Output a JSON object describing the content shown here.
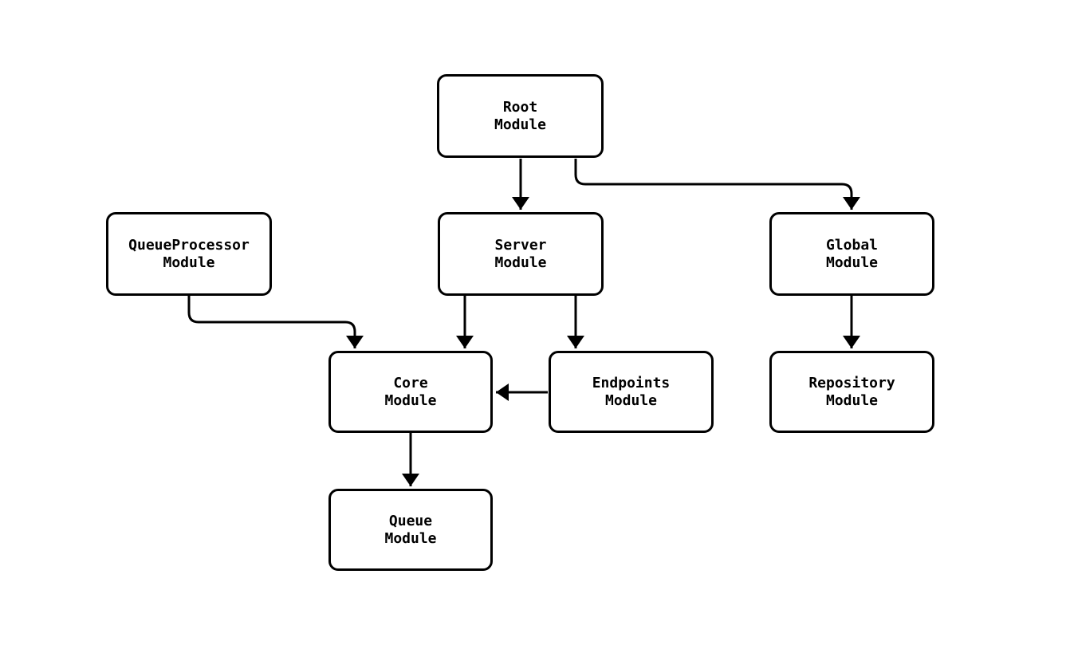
{
  "diagram": {
    "type": "flowchart",
    "direction": "top-down",
    "colors": {
      "background": "#ffffff",
      "node_fill": "#ffffff",
      "node_border": "#000000",
      "edge_stroke": "#000000",
      "text": "#000000"
    },
    "nodes": [
      {
        "id": "root",
        "lines": [
          "Root",
          "Module"
        ]
      },
      {
        "id": "queueprocessor",
        "lines": [
          "QueueProcessor",
          "Module"
        ]
      },
      {
        "id": "server",
        "lines": [
          "Server",
          "Module"
        ]
      },
      {
        "id": "global",
        "lines": [
          "Global",
          "Module"
        ]
      },
      {
        "id": "core",
        "lines": [
          "Core",
          "Module"
        ]
      },
      {
        "id": "endpoints",
        "lines": [
          "Endpoints",
          "Module"
        ]
      },
      {
        "id": "repository",
        "lines": [
          "Repository",
          "Module"
        ]
      },
      {
        "id": "queue",
        "lines": [
          "Queue",
          "Module"
        ]
      }
    ],
    "edges": [
      {
        "from": "root",
        "to": "server"
      },
      {
        "from": "root",
        "to": "global"
      },
      {
        "from": "queueprocessor",
        "to": "core"
      },
      {
        "from": "server",
        "to": "core"
      },
      {
        "from": "server",
        "to": "endpoints"
      },
      {
        "from": "endpoints",
        "to": "core"
      },
      {
        "from": "global",
        "to": "repository"
      },
      {
        "from": "core",
        "to": "queue"
      }
    ]
  }
}
